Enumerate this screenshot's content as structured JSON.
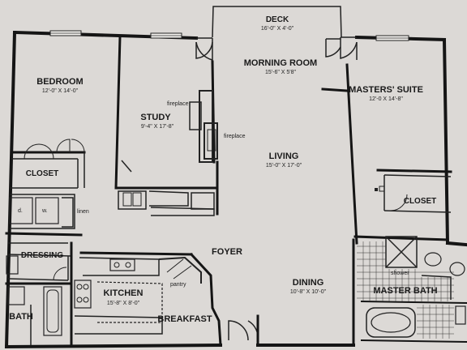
{
  "rooms": {
    "deck": {
      "name": "DECK",
      "dims": "16'-0\" X 4'-0\""
    },
    "morning_room": {
      "name": "MORNING ROOM",
      "dims": "15'-6\" X 5'8\""
    },
    "bedroom": {
      "name": "BEDROOM",
      "dims": "12'-0\" X 14'-0\""
    },
    "study": {
      "name": "STUDY",
      "dims": "9'-4\" X 17'-8\""
    },
    "masters_suite": {
      "name": "MASTERS' SUITE",
      "dims": "12'-0 X 14'-8\""
    },
    "living": {
      "name": "LIVING",
      "dims": "15'-0\" X 17'-0\""
    },
    "closet_left": {
      "name": "CLOSET"
    },
    "closet_right": {
      "name": "CLOSET"
    },
    "foyer": {
      "name": "FOYER"
    },
    "dressing": {
      "name": "DRESSING"
    },
    "kitchen": {
      "name": "KITCHEN",
      "dims": "15'-8\" X 8'-0\""
    },
    "breakfast": {
      "name": "BREAKFAST"
    },
    "dining": {
      "name": "DINING",
      "dims": "10'-8\" X 10'-0\""
    },
    "master_bath": {
      "name": "MASTER BATH"
    },
    "bath": {
      "name": "BATH"
    }
  },
  "labels": {
    "fireplace_study": "fireplace",
    "fireplace_living": "fireplace",
    "linen": "linen",
    "pantry": "pantry",
    "shower": "shower",
    "dryer": "d.",
    "washer": "w."
  }
}
